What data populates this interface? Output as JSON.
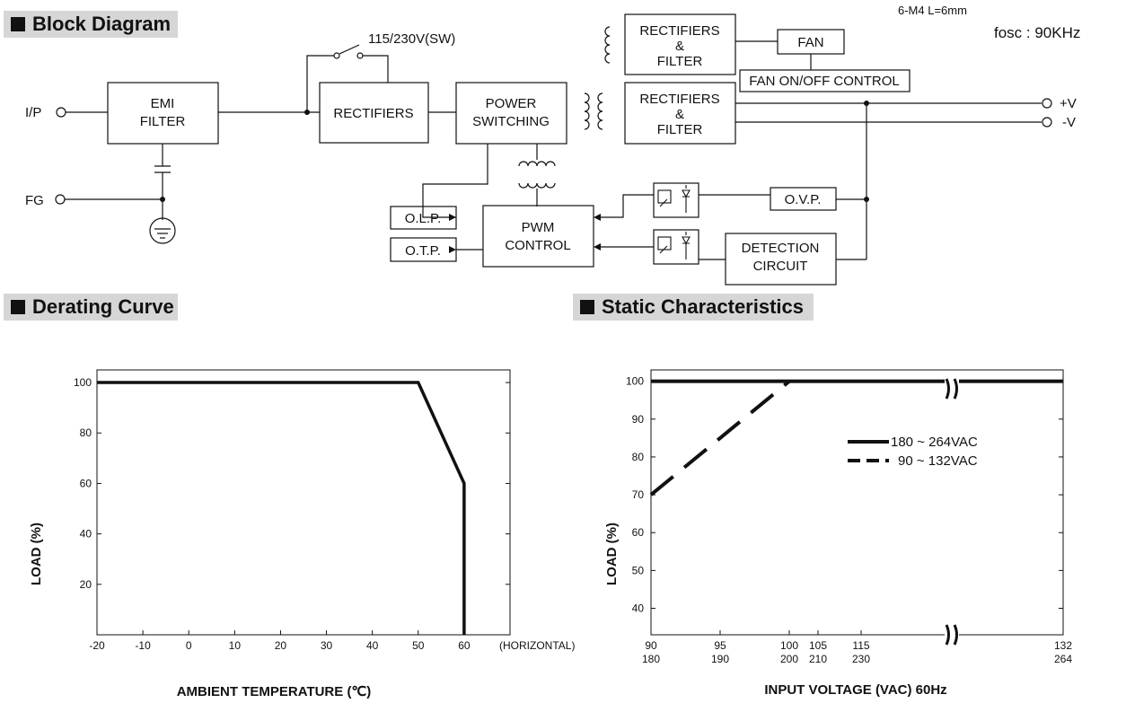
{
  "sections": {
    "block_diagram": "Block Diagram",
    "derating": "Derating Curve",
    "static": "Static Characteristics"
  },
  "block_diagram": {
    "corner_note": "6-M4 L=6mm",
    "fosc": "fosc : 90KHz",
    "switch_label": "115/230V(SW)",
    "terminals": {
      "ip": "I/P",
      "fg": "FG",
      "pos": "+V",
      "neg": "-V"
    },
    "blocks": {
      "emi": [
        "EMI",
        "FILTER"
      ],
      "rect1": [
        "RECTIFIERS"
      ],
      "power": [
        "POWER",
        "SWITCHING"
      ],
      "rectf_top": [
        "RECTIFIERS",
        "&",
        "FILTER"
      ],
      "rectf_main": [
        "RECTIFIERS",
        "&",
        "FILTER"
      ],
      "fan": [
        "FAN"
      ],
      "fan_ctrl": [
        "FAN ON/OFF CONTROL"
      ],
      "olp": [
        "O.L.P."
      ],
      "otp": [
        "O.T.P."
      ],
      "pwm": [
        "PWM",
        "CONTROL"
      ],
      "ovp": [
        "O.V.P."
      ],
      "detect": [
        "DETECTION",
        "CIRCUIT"
      ]
    }
  },
  "chart_data": [
    {
      "type": "line",
      "title": "Derating Curve",
      "xlabel": "AMBIENT TEMPERATURE (℃)",
      "ylabel": "LOAD (%)",
      "x_ticks": [
        "-20",
        "-10",
        "0",
        "10",
        "20",
        "30",
        "40",
        "50",
        "60"
      ],
      "x_note": "(HORIZONTAL)",
      "y_ticks": [
        "20",
        "40",
        "60",
        "80",
        "100"
      ],
      "xlim": [
        -20,
        70
      ],
      "ylim": [
        0,
        105
      ],
      "series": [
        {
          "x": [
            -20,
            50,
            60,
            60
          ],
          "y": [
            100,
            100,
            60,
            0
          ],
          "style": "solid"
        }
      ]
    },
    {
      "type": "line",
      "title": "Static Characteristics",
      "xlabel": "INPUT VOLTAGE (VAC) 60Hz",
      "ylabel": "LOAD (%)",
      "x_ticks": [
        {
          "top": "90",
          "bottom": "180"
        },
        {
          "top": "95",
          "bottom": "190"
        },
        {
          "top": "100",
          "bottom": "200"
        },
        {
          "top": "105",
          "bottom": "210"
        },
        {
          "top": "115",
          "bottom": "230"
        },
        {
          "top": "132",
          "bottom": "264"
        }
      ],
      "y_ticks": [
        "40",
        "50",
        "60",
        "70",
        "80",
        "90",
        "100"
      ],
      "ylim": [
        33,
        103
      ],
      "axis_break": true,
      "series": [
        {
          "name": "180 ~ 264VAC",
          "x": [
            90,
            132
          ],
          "y": [
            100,
            100
          ],
          "style": "solid"
        },
        {
          "name": "90 ~ 132VAC",
          "x": [
            90,
            100,
            132
          ],
          "y": [
            70,
            100,
            100
          ],
          "style": "dashed"
        }
      ]
    }
  ]
}
